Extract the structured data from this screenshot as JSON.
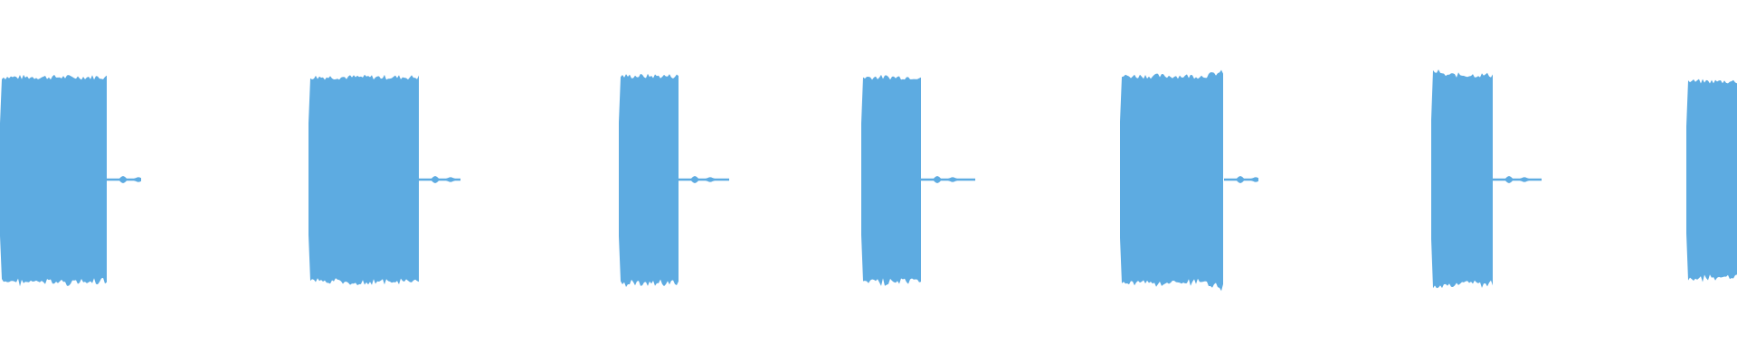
{
  "waveform": {
    "color": "#5dabe1",
    "background": "#ffffff",
    "bursts": [
      {
        "loudness": 0.96,
        "tail": true
      },
      {
        "loudness": 0.96,
        "tail": true
      },
      {
        "loudness": 0.97,
        "tail": true
      },
      {
        "loudness": 0.96,
        "tail": true
      },
      {
        "loudness": 0.97,
        "tail": true
      },
      {
        "loudness": 0.98,
        "tail": true
      },
      {
        "loudness": 0.92,
        "tail": false
      }
    ]
  }
}
